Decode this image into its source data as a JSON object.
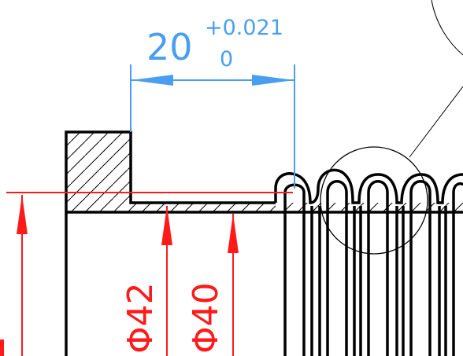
{
  "dimension_top": {
    "value": "20",
    "tolerance_upper": "+0.021",
    "tolerance_lower": "0"
  },
  "dimension_diameters": [
    {
      "label": "Φ42"
    },
    {
      "label": "Φ40"
    }
  ],
  "colors": {
    "dimension_blue": "#4a9ef0",
    "dimension_red": "#ff1a1a",
    "outline": "#000000"
  }
}
